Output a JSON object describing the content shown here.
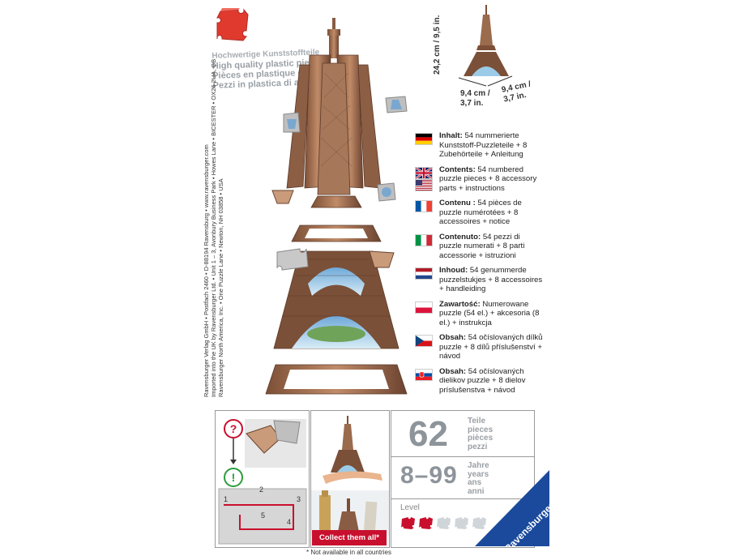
{
  "quality": {
    "lines": [
      "Hochwertige Kunststoffteile",
      "High quality plastic pieces",
      "Pièces en plastique de qualité",
      "Pezzi in plastica di alta qualità"
    ]
  },
  "address": {
    "lines": [
      "Ravensburger Verlag GmbH • Postfach 2460 • D-88194 Ravensburg • www.ravensburger.com",
      "Imported into the UK by Ravensburger Ltd. • Unit 1 – 3, Avonbury Business Park • Howes Lane • BICESTER • OX26 2UA, GB",
      "Ravensburger North America, Inc. • One Puzzle Lane • Newton, NH 03858 • USA"
    ]
  },
  "dimensions": {
    "height": "24,2 cm / 9,5 in.",
    "width1_line1": "9,4 cm /",
    "width1_line2": "3,7 in.",
    "width2_line1": "9,4 cm /",
    "width2_line2": "3,7 in."
  },
  "contents": [
    {
      "lang": "de",
      "label": "Inhalt:",
      "text": " 54 nummerierte Kunststoff-Puzzleteile + 8 Zubehörteile + Anleitung"
    },
    {
      "lang": "en",
      "label": "Contents:",
      "text": " 54 numbered puzzle pieces + 8 accessory parts + instructions"
    },
    {
      "lang": "fr",
      "label": "Contenu :",
      "text": " 54 pièces de puzzle numérotées + 8 accessoires + notice"
    },
    {
      "lang": "it",
      "label": "Contenuto:",
      "text": " 54 pezzi di puzzle numerati + 8 parti accessorie + istruzioni"
    },
    {
      "lang": "nl",
      "label": "Inhoud:",
      "text": " 54 genummerde puzzelstukjes + 8 accessoires + handleiding"
    },
    {
      "lang": "pl",
      "label": "Zawartość:",
      "text": " Numerowane puzzle (54 el.) + akcesoria (8 el.) + instrukcja"
    },
    {
      "lang": "cz",
      "label": "Obsah:",
      "text": " 54 očíslovaných dílků puzzle + 8 dílů příslušenství + návod"
    },
    {
      "lang": "sk",
      "label": "Obsah:",
      "text": " 54 očíslovaných dielikov puzzle + 8 dielov príslušenstva + návod"
    }
  ],
  "info": {
    "pieces": "62",
    "pieces_labels": [
      "Teile",
      "pieces",
      "pièces",
      "pezzi"
    ],
    "age": "8–99",
    "age_labels": [
      "Jahre",
      "years",
      "ans",
      "anni"
    ],
    "level_label": "Level",
    "level_filled": 2,
    "level_total": 5
  },
  "instruction_numbers": [
    "1",
    "2",
    "3",
    "4",
    "5"
  ],
  "instruction_marks": [
    "?",
    "!"
  ],
  "collect_label": "Collect them all*",
  "footnote": "* Not available in all countries",
  "brand": "Ravensburger",
  "colors": {
    "brand_blue": "#1b4a9c",
    "red": "#c8102e",
    "bronze": "#9b6b4e",
    "grey_text": "#8d949a"
  }
}
